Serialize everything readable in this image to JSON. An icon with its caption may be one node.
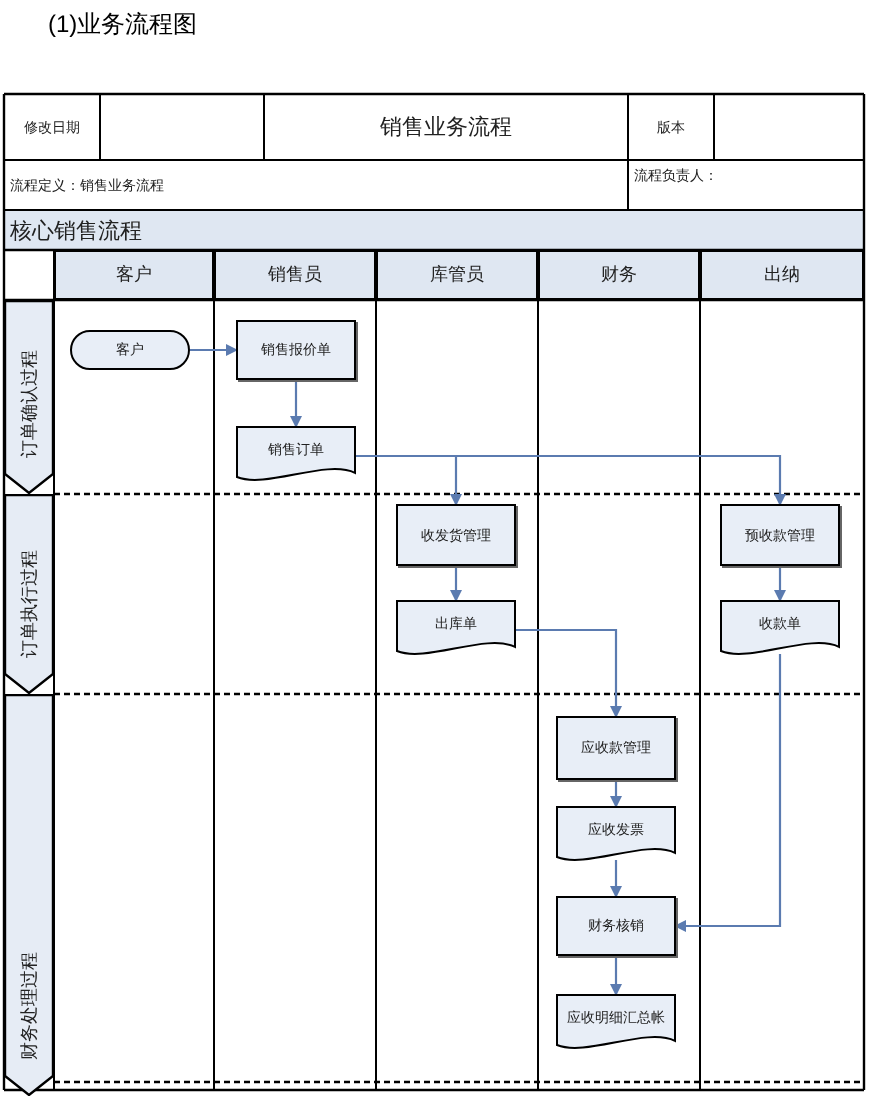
{
  "diagram": {
    "title": "(1)业务流程图",
    "nodes": [
      {
        "text": [
          "客户"
        ]
      },
      {
        "text": [
          "销售报价单"
        ]
      },
      {
        "text": [
          "销售订单"
        ]
      },
      {
        "text": [
          "收发货管理"
        ]
      },
      {
        "text": [
          "出库单"
        ]
      },
      {
        "text": [
          "预收款管理"
        ]
      },
      {
        "text": [
          "收款单"
        ]
      },
      {
        "text": [
          "应收款管理"
        ]
      },
      {
        "text": [
          "应收发票"
        ]
      },
      {
        "text": [
          "财务核销"
        ]
      },
      {
        "text": [
          "应收明细汇总帐"
        ]
      },
      {
        "text": [
          "订单确认过程"
        ]
      },
      {
        "text": [
          "订单执行过程"
        ]
      },
      {
        "text": [
          "财务处理过程"
        ]
      }
    ],
    "edges": [
      {
        "from": 0,
        "to": 1,
        "arrow": "to"
      },
      {
        "from": 1,
        "to": 2,
        "arrow": "to"
      },
      {
        "from": 2,
        "to": 3,
        "arrow": "to"
      },
      {
        "from": 2,
        "to": 5,
        "arrow": "to"
      },
      {
        "from": 3,
        "to": 4,
        "arrow": "to"
      },
      {
        "from": 5,
        "to": 6,
        "arrow": "to"
      },
      {
        "from": 4,
        "to": 7,
        "arrow": "to"
      },
      {
        "from": 7,
        "to": 8,
        "arrow": "to"
      },
      {
        "from": 8,
        "to": 9,
        "arrow": "to"
      },
      {
        "from": 6,
        "to": 9,
        "arrow": "to"
      },
      {
        "from": 9,
        "to": 10,
        "arrow": "to"
      }
    ],
    "labels": [
      "修改日期",
      "销售业务流程",
      "版本",
      "流程定义：销售业务流程",
      "流程负责人：",
      "核心销售流程",
      "客户",
      "销售员",
      "库管员",
      "财务",
      "出纳"
    ]
  }
}
